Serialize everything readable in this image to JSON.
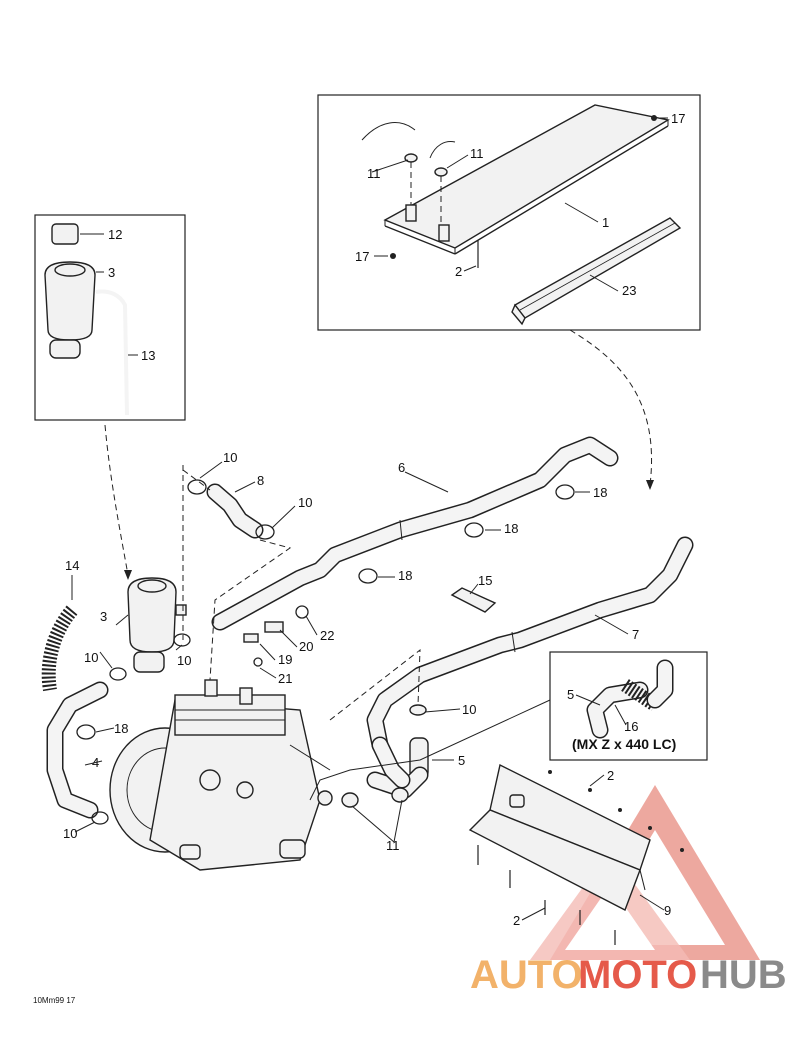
{
  "labels": {
    "p1": "1",
    "p2a": "2",
    "p2b": "2",
    "p2c": "2",
    "p3a": "3",
    "p3b": "3",
    "p4": "4",
    "p5a": "5",
    "p5b": "5",
    "p6": "6",
    "p7": "7",
    "p8": "8",
    "p9": "9",
    "p10a": "10",
    "p10b": "10",
    "p10c": "10",
    "p10d": "10",
    "p10e": "10",
    "p10f": "10",
    "p11a": "11",
    "p11b": "11",
    "p11c": "11",
    "p12": "12",
    "p13": "13",
    "p14": "14",
    "p15": "15",
    "p16": "16",
    "p17a": "17",
    "p17b": "17",
    "p18a": "18",
    "p18b": "18",
    "p18c": "18",
    "p18d": "18",
    "p19": "19",
    "p20": "20",
    "p21": "21",
    "p22": "22",
    "p23": "23"
  },
  "caption": "(MX Z x 440 LC)",
  "figure_code": "10Mm99 17",
  "watermark": {
    "part1": "AUTO",
    "part2": "MOTO",
    "part3": "HUB"
  },
  "colors": {
    "watermark_orange": "#f2b26a",
    "watermark_red": "#e55a4a",
    "watermark_gray": "#8a8a8a"
  }
}
